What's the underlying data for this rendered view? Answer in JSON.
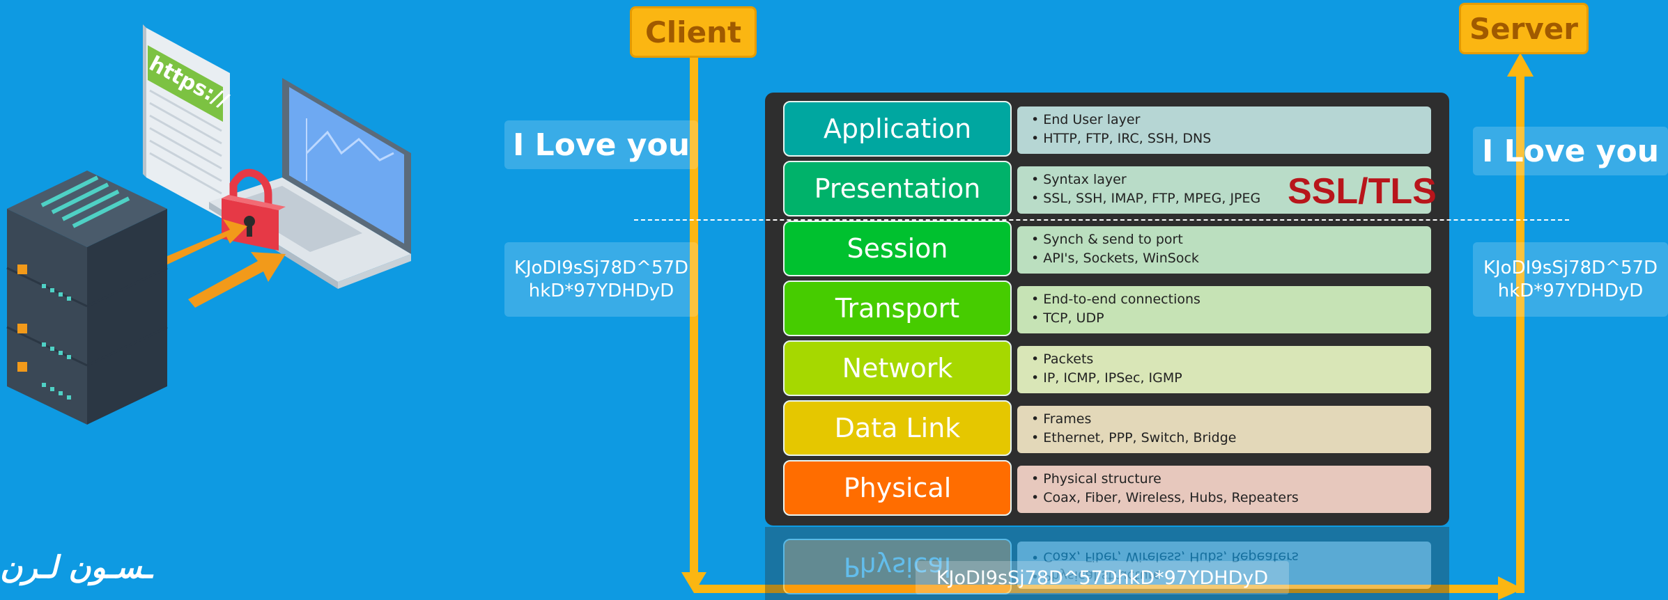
{
  "illustration": {
    "https_label": "https://"
  },
  "client_label": "Client",
  "server_label": "Server",
  "client_plain": "I Love you",
  "server_plain": "I Love you",
  "client_cipher_line1": "KJoDI9sSj78D^57D",
  "client_cipher_line2": "hkD*97YDHDyD",
  "server_cipher_line1": "KJoDI9sSj78D^57D",
  "server_cipher_line2": "hkD*97YDHDyD",
  "bottom_cipher": "KJoDI9sSj78D^57DhkD*97YDHDyD",
  "ssl_label": "SSL/TLS",
  "logo_text": "ـسـون لـرن",
  "layers": [
    {
      "name": "Application",
      "line1": "• End User layer",
      "line2": "• HTTP, FTP, IRC, SSH, DNS",
      "color": "#00a7a0",
      "desc_bg": "#b6d6d4"
    },
    {
      "name": "Presentation",
      "line1": "• Syntax layer",
      "line2": "• SSL, SSH, IMAP, FTP, MPEG, JPEG",
      "color": "#00b26a",
      "desc_bg": "#b9dcc8"
    },
    {
      "name": "Session",
      "line1": "• Synch & send to port",
      "line2": "• API's, Sockets, WinSock",
      "color": "#00c12f",
      "desc_bg": "#bbdfbf"
    },
    {
      "name": "Transport",
      "line1": "• End-to-end connections",
      "line2": "• TCP, UDP",
      "color": "#46cc00",
      "desc_bg": "#c6e3b5"
    },
    {
      "name": "Network",
      "line1": "• Packets",
      "line2": "• IP, ICMP, IPSec, IGMP",
      "color": "#a6d800",
      "desc_bg": "#d9e6b7"
    },
    {
      "name": "Data Link",
      "line1": "• Frames",
      "line2": "• Ethernet, PPP, Switch, Bridge",
      "color": "#e5c700",
      "desc_bg": "#e3d8b9"
    },
    {
      "name": "Physical",
      "line1": "• Physical structure",
      "line2": "• Coax, Fiber, Wireless, Hubs, Repeaters",
      "color": "#ff6d00",
      "desc_bg": "#e7c8bd"
    }
  ],
  "colors": {
    "background": "#0e9ae2",
    "arrow": "#fbb612",
    "ssl": "#b8151b"
  }
}
